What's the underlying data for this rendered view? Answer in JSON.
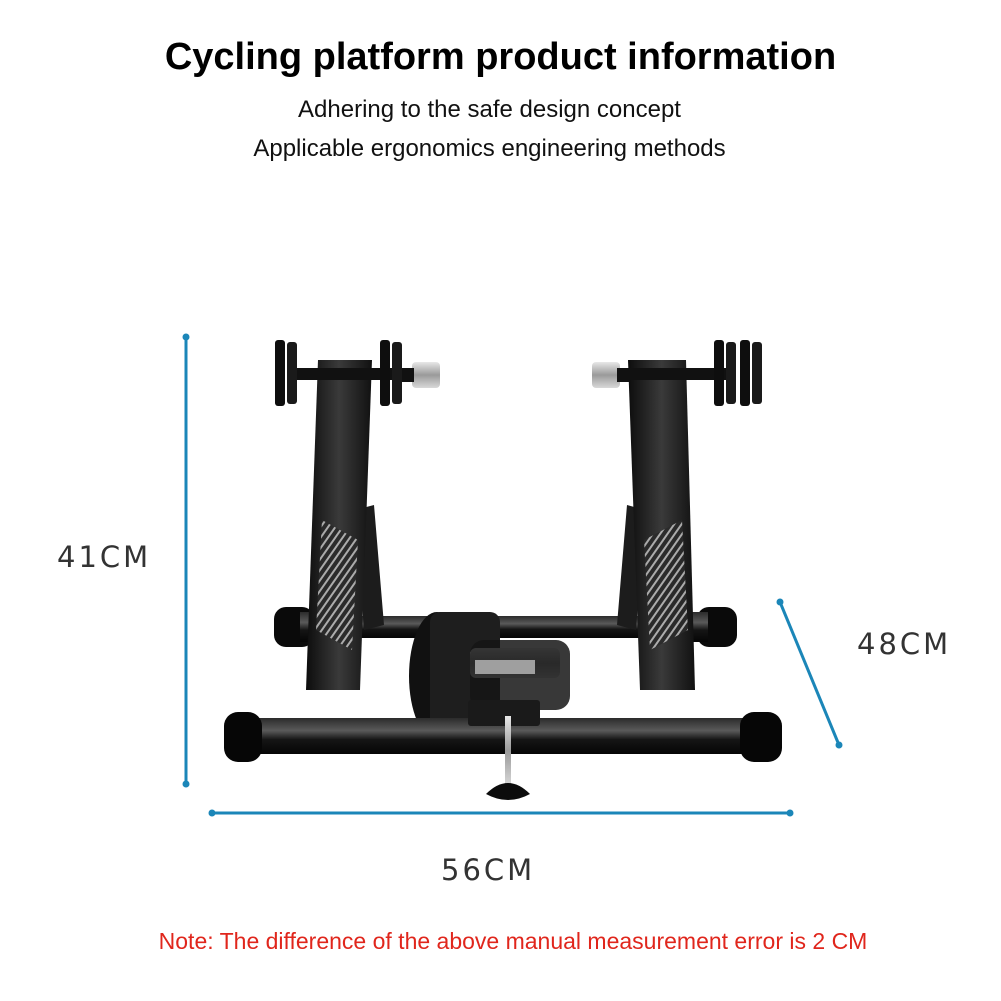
{
  "header": {
    "title": "Cycling platform product information",
    "subtitle_line1": "Adhering to the safe design concept",
    "subtitle_line2": "Applicable ergonomics engineering methods"
  },
  "dimensions": {
    "height": "41CM",
    "depth": "48CM",
    "width": "56CM"
  },
  "note": "Note: The difference of the above manual measurement error is 2 CM",
  "colors": {
    "dimension_line": "#1b86b8",
    "note_text": "#e0261c",
    "frame": "#1a1a1a"
  }
}
